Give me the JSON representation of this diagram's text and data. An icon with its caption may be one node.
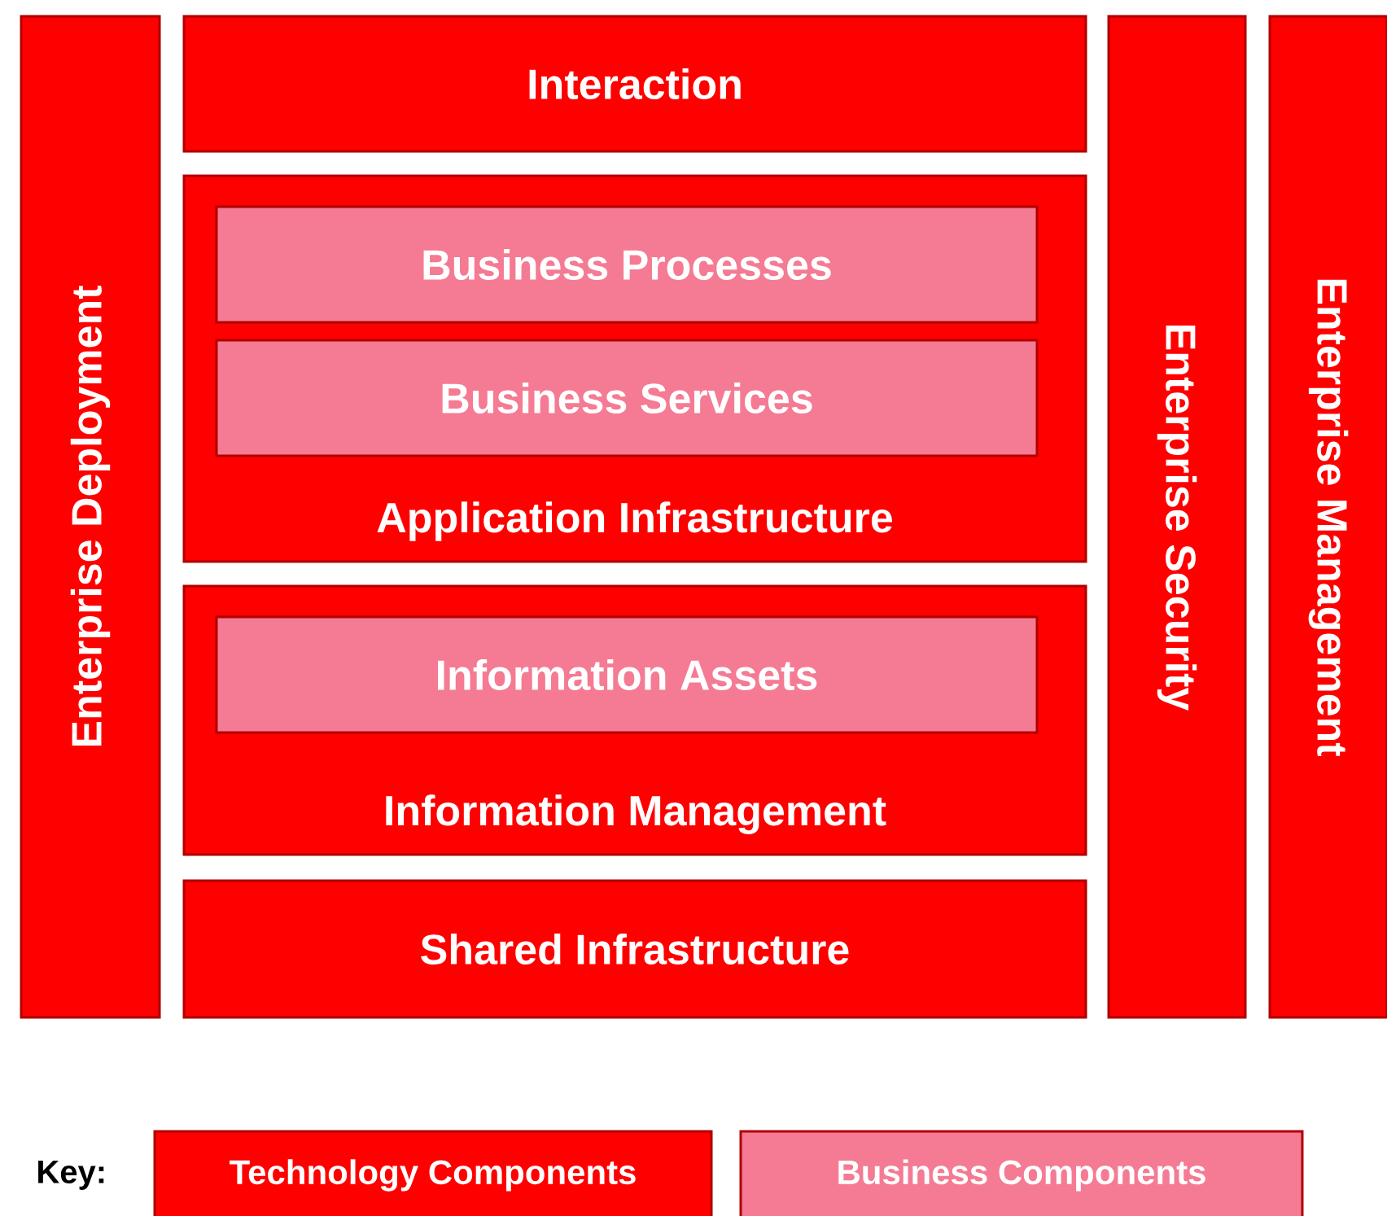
{
  "diagram": {
    "nodes": [
      {
        "text": [
          "Enterprise Deployment"
        ]
      },
      {
        "text": [
          "Interaction"
        ]
      },
      {
        "text": [
          "Application Infrastructure"
        ]
      },
      {
        "text": [
          "Business Processes"
        ],
        "in": 2
      },
      {
        "text": [
          "Business Services"
        ],
        "in": 2
      },
      {
        "text": [
          "Information Management"
        ]
      },
      {
        "text": [
          "Information Assets"
        ],
        "in": 5
      },
      {
        "text": [
          "Shared Infrastructure"
        ]
      },
      {
        "text": [
          "Enterprise Security"
        ]
      },
      {
        "text": [
          "Enterprise Management"
        ]
      }
    ],
    "edges": [],
    "labels": [
      "Key:"
    ],
    "legend": [
      {
        "text": "Technology Components",
        "color": "#ff0000"
      },
      {
        "text": "Business Components",
        "color": "#f47b93"
      }
    ]
  }
}
